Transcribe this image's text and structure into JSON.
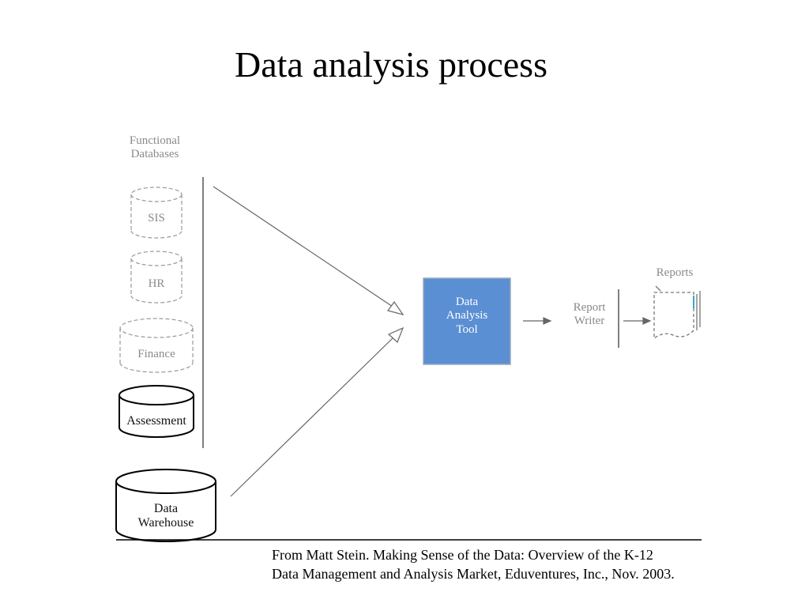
{
  "title": "Data analysis process",
  "functional_databases": {
    "heading_line1": "Functional",
    "heading_line2": "Databases",
    "items": [
      "SIS",
      "HR",
      "Finance",
      "Assessment"
    ]
  },
  "warehouse": {
    "line1": "Data",
    "line2": "Warehouse"
  },
  "analysis_tool": {
    "line1": "Data",
    "line2": "Analysis",
    "line3": "Tool",
    "fill_color": "#5b8fd4"
  },
  "report_writer": {
    "line1": "Report",
    "line2": "Writer"
  },
  "reports": {
    "label": "Reports"
  },
  "citation": {
    "line1": "From  Matt Stein.  Making Sense of the Data: Overview of the K-12",
    "line2": "Data Management and Analysis Market, Eduventures, Inc., Nov. 2003."
  }
}
